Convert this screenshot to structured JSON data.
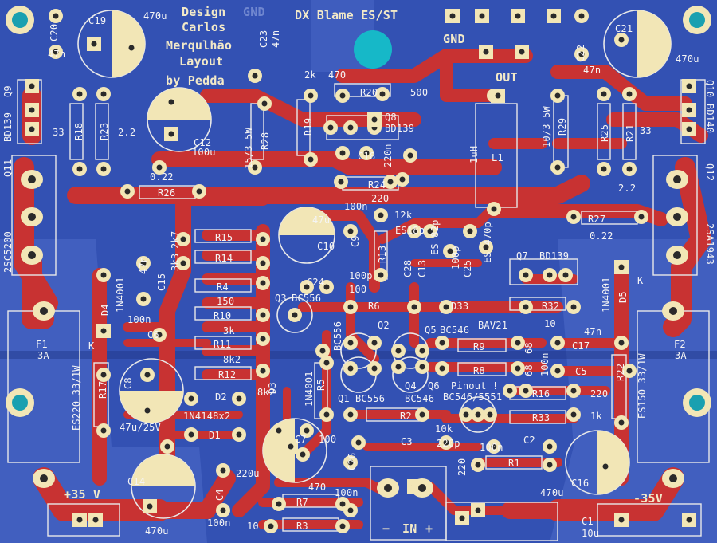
{
  "title": {
    "design": "Design",
    "carlos": "Carlos",
    "surname": "Merqulhão",
    "layout": "Layout",
    "by": "by Pedda"
  },
  "board_name": "DX Blame ES/ST",
  "gnd": "GND",
  "out": "OUT",
  "in_minus": "−",
  "in_label": "IN",
  "in_plus": "+",
  "rail_pos": "+35 V",
  "rail_neg": "-35V",
  "note_pinout": "BC546/5551",
  "note_pinout2": "Pinout !",
  "labels": {
    "c20": "C20",
    "c20v": "47n",
    "c19": "C19",
    "c19v": "470u",
    "c12": "C12",
    "c12v": "100u",
    "c22": "C22",
    "c22v": "47n",
    "c21": "C21",
    "c21v": "470u",
    "q9": "Q9",
    "q9t": "BD139",
    "r18": "R18",
    "r23": "R23",
    "r18v": "33",
    "r23v": "2.2",
    "q10": "Q10",
    "q10t": "BD140",
    "r25": "R25",
    "r21": "R21",
    "r21v": "33",
    "r25v": "2.2",
    "q11": "Q11",
    "q11t": "2SC5200",
    "q12": "Q12",
    "q12t": "2SA1943",
    "r26": "R26",
    "r26v": "0.22",
    "r27": "R27",
    "r27v": "0.22",
    "r28": "R28",
    "r28v": "15/3-5W",
    "c23": "C23",
    "c23v": "47n",
    "r29": "R29",
    "r29v": "10/3-5W",
    "l1": "L1",
    "l1v": "1uH",
    "r19": "R19",
    "r19v": "2k",
    "r20": "R20",
    "r20v": "470",
    "r20b": "500",
    "q8": "Q8",
    "q8t": "BD139",
    "c18": "C18",
    "c18v": "220n",
    "r24": "R24",
    "r24v": "220",
    "c9": "C9",
    "c9v": "100n",
    "r13": "R13",
    "r13v": "12k",
    "c28": "C28",
    "c28v": "ES18p",
    "c13": "C13",
    "c13v": "ES 82p",
    "c25": "C25",
    "c25v": "ES 470p",
    "c25b": "100p",
    "c10": "C10",
    "c10v": "47u",
    "r15": "R15",
    "r15v": "2k7",
    "r14": "R14",
    "r14v": "3k3",
    "c15": "C15",
    "c15v": "47n",
    "r4": "R4",
    "r4v": "150",
    "r10": "R10",
    "r10v": "3k",
    "r11": "R11",
    "r12": "R12",
    "r12v": "8k2",
    "r12b": "8k2",
    "c24": "C24",
    "c24v": "100p",
    "q3": "Q3",
    "q3t": "BC556",
    "r6": "R6",
    "r6v": "100",
    "d33": "D33",
    "d33t": "BAV21",
    "q7": "Q7",
    "q7t": "BD139",
    "r32": "R32",
    "r32v": "10",
    "d4": "D4",
    "d4t": "1N4001",
    "d5": "D5",
    "d5t": "1N4001",
    "k1": "K",
    "k2": "K",
    "c6": "C6",
    "c6v": "100n",
    "f1": "F1",
    "f1v": "3A",
    "f2": "F2",
    "f2v": "3A",
    "q2": "Q2",
    "q2t": "BC556",
    "q5": "Q5",
    "q5t": "BC546",
    "r9": "R9",
    "r9v": "68",
    "r8": "R8",
    "r8v": "68",
    "c17": "C17",
    "c17v": "47n",
    "c5": "C5",
    "c5v": "100n",
    "r22": "R22",
    "r22v": "ES150 33/1W",
    "r17": "R17",
    "r17v": "ES220 33/1W",
    "c8": "C8",
    "c8v": "47u/25V",
    "d2": "D2",
    "d2t": "1N4148x2",
    "d1": "D1",
    "d3": "D3",
    "d3t": "1N4001",
    "r5": "R5",
    "q1": "Q1",
    "q1t": "BC556",
    "q4": "Q4",
    "q4t": "BC546",
    "q6": "Q6",
    "r16": "R16",
    "r16v": "220",
    "r33": "R33",
    "r33v": "1k",
    "r2": "R2",
    "r2v": "10k",
    "c7": "C7",
    "c7v": "220u",
    "c3": "C3",
    "c3v": "220p",
    "c2": "C2",
    "c2v": "100n",
    "c26": "C26",
    "c26v": "100",
    "r1": "R1",
    "r1v": "220",
    "r1b": "470u",
    "c14": "C14",
    "c14v": "470u",
    "c4": "C4",
    "c4v": "100n",
    "r7": "R7",
    "r7v": "470",
    "r3": "R3",
    "r3v": "10",
    "c7b": "100n",
    "c16": "C16",
    "c1": "C1",
    "c1v": "10u"
  }
}
